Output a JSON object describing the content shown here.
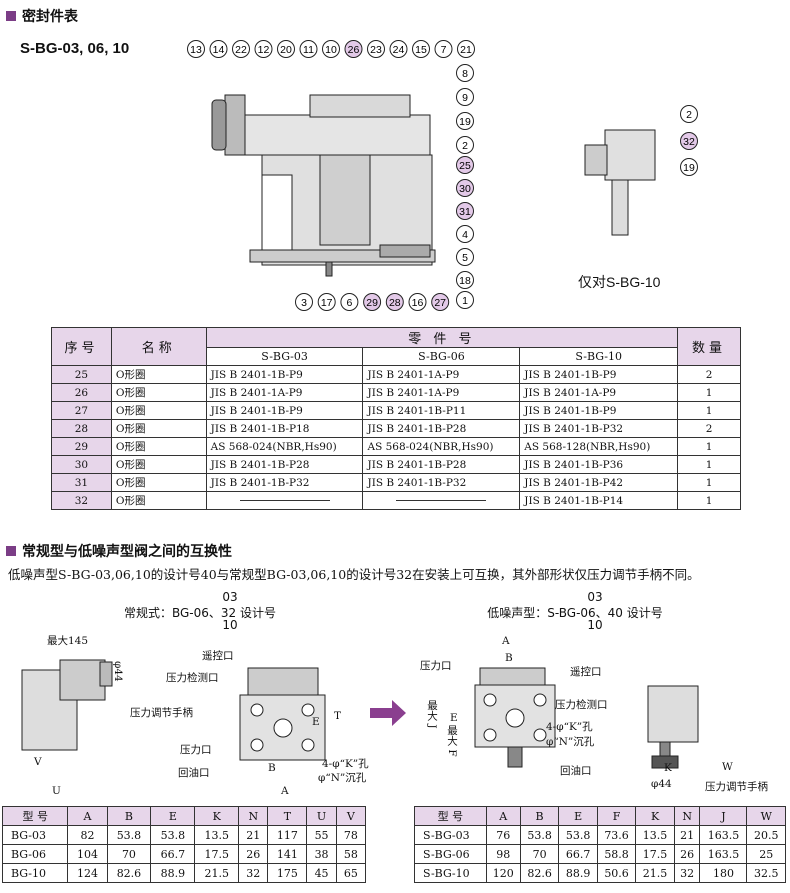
{
  "sections": {
    "seal_title": "密封件表",
    "interchange_title": "常规型与低噪声型阀之间的互换性"
  },
  "drawing": {
    "model": "S-BG-03, 06, 10",
    "note": "仅对S-BG-10",
    "top_callouts": [
      "13",
      "14",
      "22",
      "12",
      "20",
      "11",
      "10",
      "26",
      "23",
      "24",
      "15",
      "7",
      "21"
    ],
    "right_callouts": [
      "8",
      "9",
      "19",
      "2",
      "25",
      "30",
      "31",
      "4",
      "5",
      "18",
      "1"
    ],
    "bottom_callouts": [
      "3",
      "17",
      "6",
      "29",
      "28",
      "16",
      "27"
    ],
    "small_callouts": [
      "2",
      "32",
      "19"
    ],
    "highlight": [
      "26",
      "25",
      "30",
      "31",
      "29",
      "28",
      "27",
      "32"
    ]
  },
  "seal_table": {
    "h_no": "序号",
    "h_name": "名称",
    "h_parts": "零 件 号",
    "h_qty": "数量",
    "h_models": [
      "S-BG-03",
      "S-BG-06",
      "S-BG-10"
    ],
    "rows": [
      [
        "25",
        "O形圈",
        "JIS B 2401-1B-P9",
        "JIS B 2401-1A-P9",
        "JIS B 2401-1B-P9",
        "2"
      ],
      [
        "26",
        "O形圈",
        "JIS B 2401-1A-P9",
        "JIS B 2401-1A-P9",
        "JIS B 2401-1A-P9",
        "1"
      ],
      [
        "27",
        "O形圈",
        "JIS B 2401-1B-P9",
        "JIS B 2401-1B-P11",
        "JIS B 2401-1B-P9",
        "1"
      ],
      [
        "28",
        "O形圈",
        "JIS B 2401-1B-P18",
        "JIS B 2401-1B-P28",
        "JIS B 2401-1B-P32",
        "2"
      ],
      [
        "29",
        "O形圈",
        "AS 568-024(NBR,Hs90)",
        "AS 568-024(NBR,Hs90)",
        "AS 568-128(NBR,Hs90)",
        "1"
      ],
      [
        "30",
        "O形圈",
        "JIS B 2401-1B-P28",
        "JIS B 2401-1B-P28",
        "JIS B 2401-1B-P36",
        "1"
      ],
      [
        "31",
        "O形圈",
        "JIS B 2401-1B-P32",
        "JIS B 2401-1B-P32",
        "JIS B 2401-1B-P42",
        "1"
      ],
      [
        "32",
        "O形圈",
        "",
        "",
        "JIS B 2401-1B-P14",
        "1"
      ]
    ]
  },
  "paragraph": "低噪声型S-BG-03,06,10的设计号40与常规型BG-03,06,10的设计号32在安装上可互换，其外部形状仅压力调节手柄不同。",
  "conventional": {
    "title_top": "03",
    "title_main": "常规式：BG-06、32 设计号",
    "title_bottom": "10",
    "max": "最大145",
    "phi44": "φ44",
    "handle": "压力调节手柄",
    "remote": "遥控口",
    "gauge": "压力检测口",
    "pressure": "压力口",
    "return": "回油口",
    "hole_k": "4-φ“K”孔",
    "hole_n": "φ“N”沉孔",
    "dims": [
      "V",
      "U",
      "T",
      "E",
      "A",
      "B"
    ]
  },
  "lownoise": {
    "title_top": "03",
    "title_main": "低噪声型：S-BG-06、40 设计号",
    "title_bottom": "10",
    "pressure": "压力口",
    "remote": "遥控口",
    "gauge": "压力检测口",
    "hole_k": "4-φ“K”孔",
    "hole_n": "φ“N”沉孔",
    "return": "回油口",
    "handle": "压力调节手柄",
    "phi44": "φ44",
    "max_j": "最大 J",
    "max_f": "最大 F",
    "dims": [
      "A",
      "B",
      "E",
      "K",
      "W"
    ]
  },
  "conv_table": {
    "headers": [
      "型 号",
      "A",
      "B",
      "E",
      "K",
      "N",
      "T",
      "U",
      "V"
    ],
    "rows": [
      [
        "BG-03",
        "82",
        "53.8",
        "53.8",
        "13.5",
        "21",
        "117",
        "55",
        "78"
      ],
      [
        "BG-06",
        "104",
        "70",
        "66.7",
        "17.5",
        "26",
        "141",
        "38",
        "58"
      ],
      [
        "BG-10",
        "124",
        "82.6",
        "88.9",
        "21.5",
        "32",
        "175",
        "45",
        "65"
      ]
    ]
  },
  "ln_table": {
    "headers": [
      "型 号",
      "A",
      "B",
      "E",
      "F",
      "K",
      "N",
      "J",
      "W"
    ],
    "rows": [
      [
        "S-BG-03",
        "76",
        "53.8",
        "53.8",
        "73.6",
        "13.5",
        "21",
        "163.5",
        "20.5"
      ],
      [
        "S-BG-06",
        "98",
        "70",
        "66.7",
        "58.8",
        "17.5",
        "26",
        "163.5",
        "25"
      ],
      [
        "S-BG-10",
        "120",
        "82.6",
        "88.9",
        "50.6",
        "21.5",
        "32",
        "180",
        "32.5"
      ]
    ]
  },
  "colors": {
    "accent": "#7b3d86",
    "header_bg": "#e7d6ea",
    "highlight_circle": "#e3c9e8",
    "arrow": "#8a3f8f"
  }
}
